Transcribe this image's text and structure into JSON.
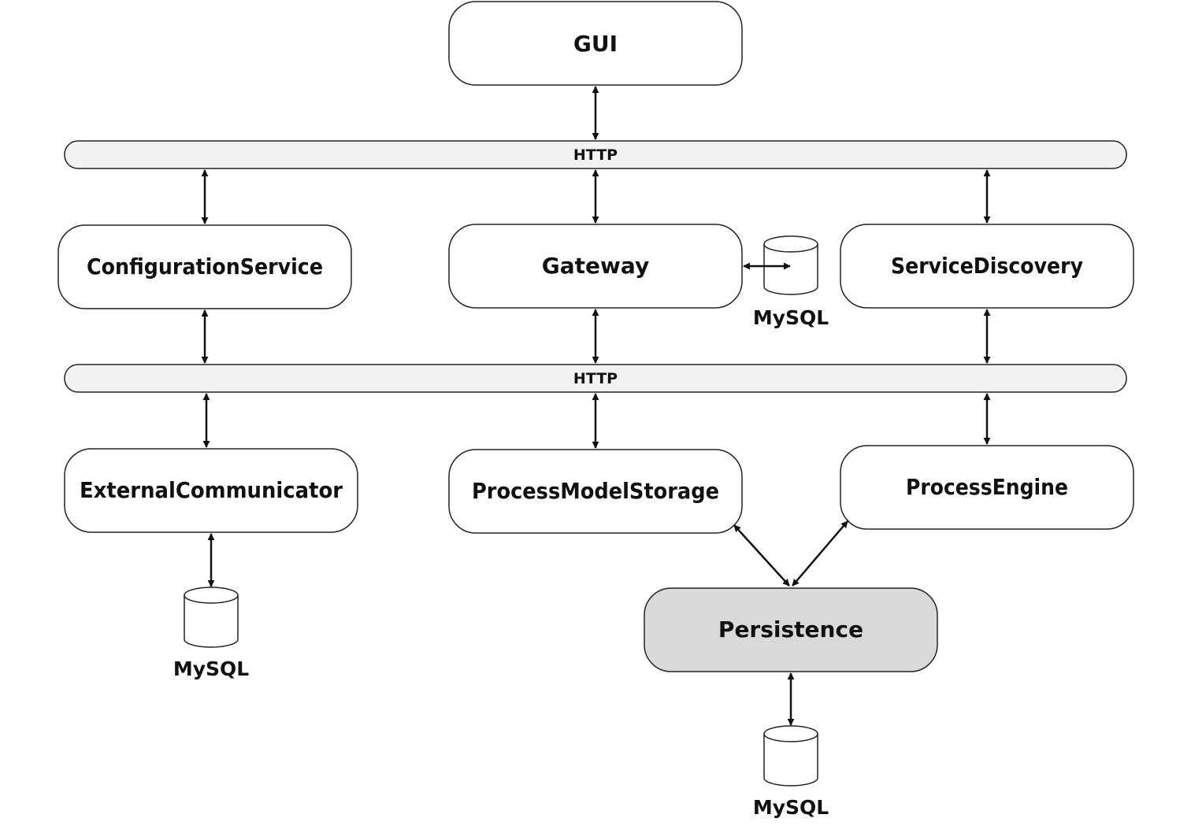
{
  "diagram": {
    "nodes": {
      "gui": "GUI",
      "configuration_service": "ConfigurationService",
      "gateway": "Gateway",
      "service_discovery": "ServiceDiscovery",
      "external_communicator": "ExternalCommunicator",
      "process_model_storage": "ProcessModelStorage",
      "process_engine": "ProcessEngine",
      "persistence": "Persistence"
    },
    "buses": {
      "top": "HTTP",
      "bottom": "HTTP"
    },
    "databases": {
      "gateway_db": "MySQL",
      "external_db": "MySQL",
      "persistence_db": "MySQL"
    },
    "colors": {
      "node_fill": "#ffffff",
      "bus_fill": "#f2f2f2",
      "highlight_fill": "#d9d9d9",
      "stroke": "#222222"
    }
  }
}
